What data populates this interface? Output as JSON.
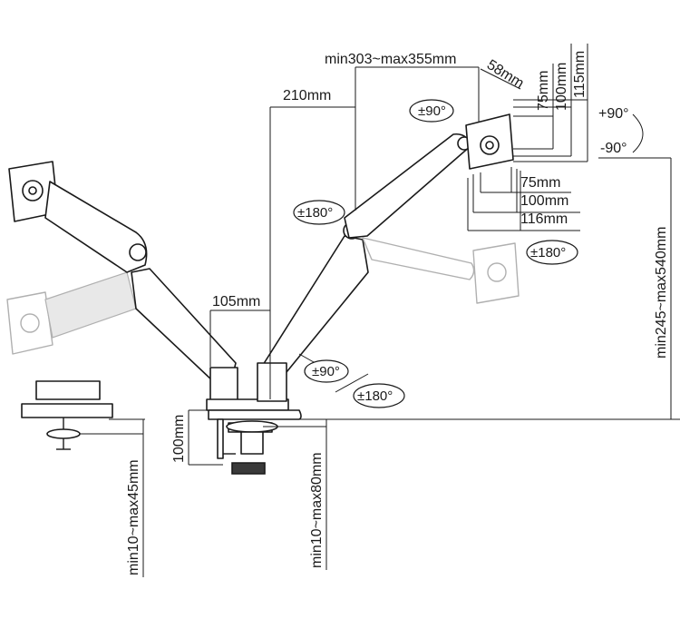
{
  "dimensions": {
    "height_range": "min245~max540mm",
    "reach_range": "min303~max355mm",
    "vesa_offset": "58mm",
    "upper_arm": "210mm",
    "lower_arm": "105mm",
    "base_height": "100mm",
    "clamp_range": "min10~max80mm",
    "grommet_range": "min10~max45mm",
    "vesa_vertical": [
      "75mm",
      "100mm",
      "115mm"
    ],
    "vesa_horizontal": [
      "75mm",
      "100mm",
      "116mm"
    ]
  },
  "rotations": {
    "tilt_up": "+90°",
    "tilt_down": "-90°",
    "swivel_head": "±90°",
    "arm_swivel": "±180°",
    "rotation_monitor": "±180°",
    "base_swivel": "±90°",
    "base_rotation": "±180°"
  },
  "colors": {
    "line": "#1a1a1a",
    "ghost": "#b0b0b0",
    "background": "#ffffff"
  }
}
